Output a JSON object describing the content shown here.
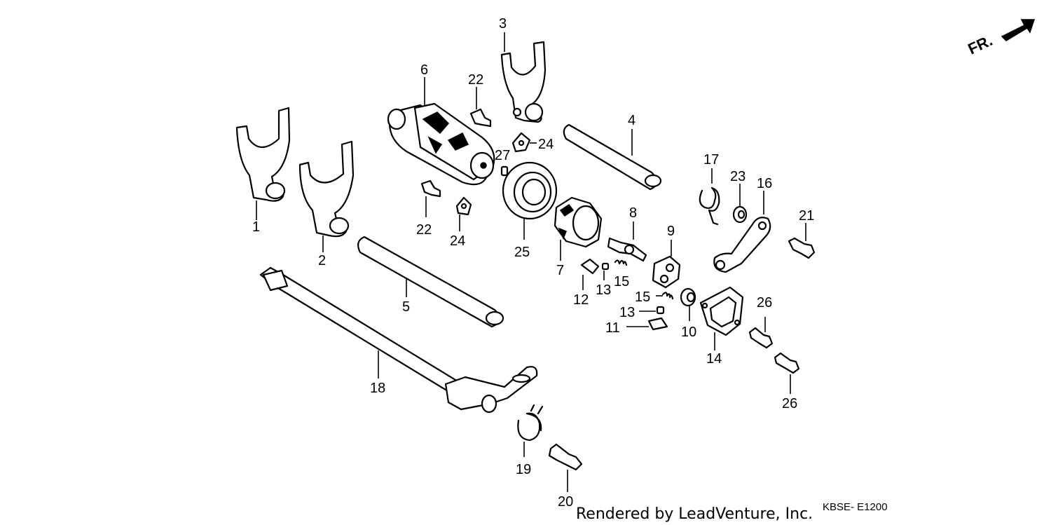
{
  "diagram": {
    "labels": {
      "p1": "1",
      "p2": "2",
      "p3": "3",
      "p4": "4",
      "p5": "5",
      "p6": "6",
      "p7": "7",
      "p8": "8",
      "p9": "9",
      "p10": "10",
      "p11": "11",
      "p12": "12",
      "p13a": "13",
      "p13b": "13",
      "p14": "14",
      "p15a": "15",
      "p15b": "15",
      "p16": "16",
      "p17": "17",
      "p18": "18",
      "p19": "19",
      "p20": "20",
      "p21": "21",
      "p22a": "22",
      "p22b": "22",
      "p23": "23",
      "p24a": "24",
      "p24b": "24",
      "p25": "25",
      "p26a": "26",
      "p26b": "26",
      "p27": "27"
    },
    "direction_label": "FR.",
    "credit": "Rendered by LeadVenture, Inc.",
    "code": "KBSE- E1200"
  }
}
